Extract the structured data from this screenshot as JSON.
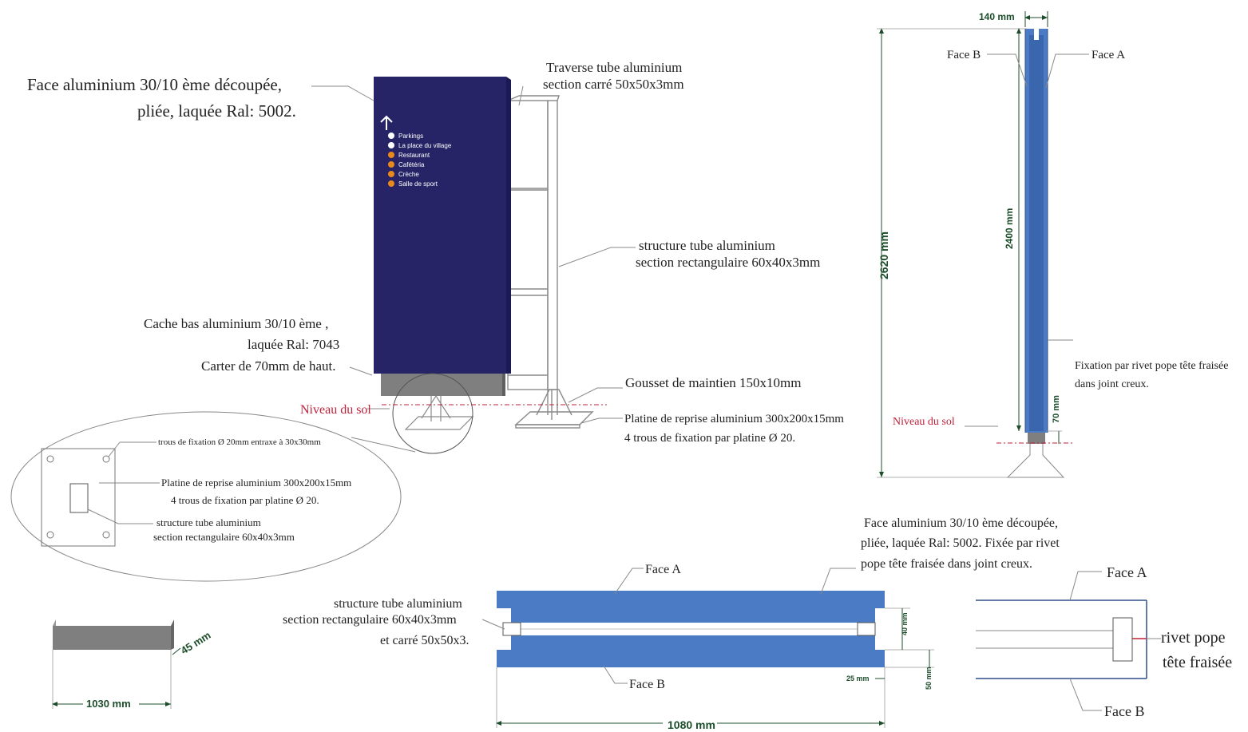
{
  "colors": {
    "panel_navy": "#262466",
    "panel_blue": "#4a7bc4",
    "frame_grey": "#7f7f7f",
    "ground_red": "#c0203a",
    "dimension_green": "#1c4d2a",
    "pictogram_orange": "#e8891c"
  },
  "front_view": {
    "face_label_1": "Face aluminium 30/10 ème découpée,",
    "face_label_2": "pliée, laquée Ral: 5002.",
    "traverse_label_1": "Traverse tube aluminium",
    "traverse_label_2": "section carré 50x50x3mm",
    "structure_label_1": "structure tube aluminium",
    "structure_label_2": "section rectangulaire 60x40x3mm",
    "cache_label_1": "Cache bas aluminium 30/10 ème ,",
    "cache_label_2": "laquée Ral: 7043",
    "cache_label_3": "Carter de 70mm de haut.",
    "gousset_label": "Gousset de maintien 150x10mm",
    "ground_label": "Niveau du sol",
    "platine_label_1": "Platine de reprise aluminium 300x200x15mm",
    "platine_label_2": "4 trous de fixation par platine Ø 20."
  },
  "signage": {
    "arrow_icon": "up-arrow-icon",
    "items": [
      {
        "label": "Parkings",
        "icon": "parking-icon",
        "color": "#ffffff"
      },
      {
        "label": "La place du village",
        "icon": "village-icon",
        "color": "#ffffff"
      },
      {
        "label": "Restaurant",
        "icon": "restaurant-icon",
        "color": "#e8891c"
      },
      {
        "label": "Cafétéria",
        "icon": "cafeteria-icon",
        "color": "#e8891c"
      },
      {
        "label": "Crèche",
        "icon": "creche-icon",
        "color": "#e8891c"
      },
      {
        "label": "Salle de sport",
        "icon": "sport-icon",
        "color": "#e8891c"
      }
    ]
  },
  "detail_ellipse": {
    "holes_label": "trous de fixation Ø 20mm entraxe à 30x30mm",
    "platine_label_1": "Platine de reprise aluminium 300x200x15mm",
    "platine_label_2": "4 trous de fixation par platine Ø 20.",
    "structure_label_1": "structure tube aluminium",
    "structure_label_2": "section rectangulaire 60x40x3mm"
  },
  "side_view": {
    "width_dim": "140 mm",
    "face_b": "Face B",
    "face_a": "Face A",
    "total_height_dim": "2620 mm",
    "panel_height_dim": "2400 mm",
    "base_height_dim": "70 mm",
    "fixation_label_1": "Fixation par rivet pope tête fraisée",
    "fixation_label_2": "dans joint creux.",
    "ground_label": "Niveau du sol"
  },
  "top_view": {
    "face_label_1": "Face aluminium 30/10 ème découpée,",
    "face_label_2": "pliée, laquée Ral: 5002. Fixée par rivet",
    "face_label_3": "pope tête fraisée dans joint creux.",
    "face_a": "Face A",
    "face_b": "Face B",
    "structure_label_1": "structure tube aluminium",
    "structure_label_2": "section rectangulaire 60x40x3mm",
    "structure_label_3": "et carré 50x50x3.",
    "dim_40": "40 mm",
    "dim_25": "25 mm",
    "dim_50": "50 mm",
    "width_dim": "1080 mm"
  },
  "cache_view": {
    "depth_dim": "45 mm",
    "width_dim": "1030 mm"
  },
  "joint_detail": {
    "face_a": "Face A",
    "face_b": "Face B",
    "rivet_label_1": "rivet pope",
    "rivet_label_2": "tête fraisée"
  }
}
